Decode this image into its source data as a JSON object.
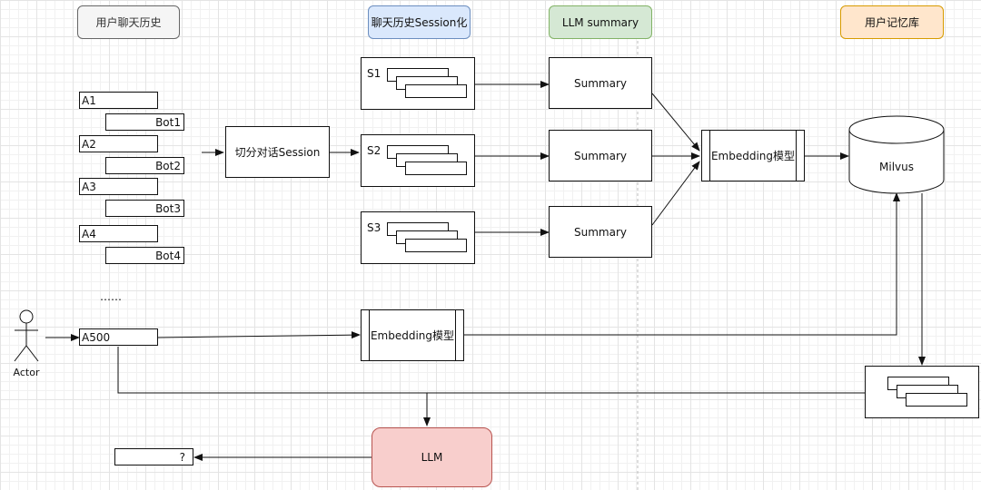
{
  "headers": {
    "user_history": "用户聊天历史",
    "sessionize": "聊天历史Session化",
    "llm_summary": "LLM summary",
    "user_memory": "用户记忆库"
  },
  "messages": [
    {
      "user": "A1",
      "bot": "Bot1"
    },
    {
      "user": "A2",
      "bot": "Bot2"
    },
    {
      "user": "A3",
      "bot": "Bot3"
    },
    {
      "user": "A4",
      "bot": "Bot4"
    }
  ],
  "ellipsis": "……",
  "split_session": "切分对话Session",
  "sessions": [
    "S1",
    "S2",
    "S3"
  ],
  "summary_label": "Summary",
  "embedding_label": "Embedding模型",
  "milvus_label": "Milvus",
  "actor_label": "Actor",
  "query_label": "A500",
  "llm_label": "LLM",
  "output_label": "?",
  "colors": {
    "gray_fill": "#f5f5f5",
    "gray_stroke": "#666666",
    "blue_fill": "#dae8fc",
    "blue_stroke": "#6c8ebf",
    "green_fill": "#d5e8d4",
    "green_stroke": "#82b366",
    "orange_fill": "#ffe6cc",
    "orange_stroke": "#d79b00",
    "red_fill": "#f8cecc",
    "red_stroke": "#b85450"
  }
}
